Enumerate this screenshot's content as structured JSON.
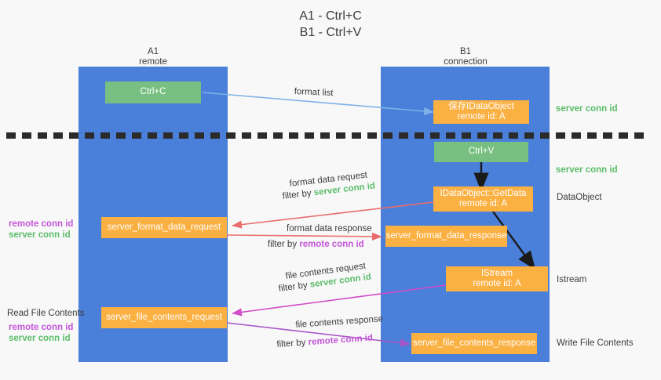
{
  "title": {
    "line1": "A1 - Ctrl+C",
    "line2": "B1 - Ctrl+V"
  },
  "columns": [
    {
      "id": "a1",
      "name": "A1",
      "role": "remote"
    },
    {
      "id": "b1",
      "name": "B1",
      "role": "connection"
    }
  ],
  "boxes": {
    "ctrl_c": "Ctrl+C",
    "ctrl_v": "Ctrl+V",
    "save_idataobject_l1": "保存IDataObject",
    "save_idataobject_l2": "remote id: A",
    "getdata_l1": "IDataObject::GetData",
    "getdata_l2": "remote id: A",
    "istream_l1": "IStream",
    "istream_l2": "remote id: A",
    "server_format_data_request": "server_format_data_request",
    "server_format_data_response": "server_format_data_response",
    "server_file_contents_request": "server_file_contents_request",
    "server_file_contents_response": "server_file_contents_response"
  },
  "right_labels": {
    "server_conn_id_top": "server conn id",
    "server_conn_id_mid": "server conn id",
    "dataobject": "DataObject",
    "istream": "Istream",
    "write_file_contents": "Write File Contents"
  },
  "left_labels": {
    "remote_conn_id_1": "remote conn id",
    "server_conn_id_1": "server conn id",
    "read_file_contents": "Read File Contents",
    "remote_conn_id_2": "remote conn id",
    "server_conn_id_2": "server conn id"
  },
  "arrow_labels": {
    "format_list": "format list",
    "format_data_request": "format data request",
    "format_data_request_filter_prefix": "filter by ",
    "format_data_request_filter_key": "server conn id",
    "format_data_response": "format data response",
    "format_data_response_filter_prefix": "filter by ",
    "format_data_response_filter_key": "remote conn id",
    "file_contents_request": "file contents request",
    "file_contents_request_filter_prefix": "filter by ",
    "file_contents_request_filter_key": "server conn id",
    "file_contents_response": "file contents response",
    "file_contents_response_filter_prefix": "filter by ",
    "file_contents_response_filter_key": "remote conn id"
  },
  "colors": {
    "column_blue": "#4a80da",
    "box_green": "#78c081",
    "box_orange": "#fbb042",
    "arrow_blue": "#7fb2e8",
    "arrow_red": "#ea6d6d",
    "arrow_magenta": "#d24bc8",
    "arrow_purple": "#a855c8",
    "arrow_black": "#1a1a1a",
    "text_green": "#5bbd6a",
    "text_purple": "#c455d8",
    "background": "#f8f8f8"
  }
}
